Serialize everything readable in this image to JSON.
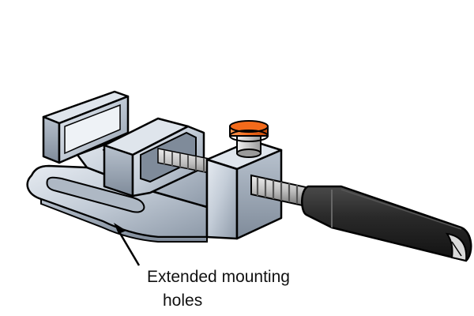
{
  "labels": {
    "line1": "Extended mounting",
    "line2": "holes"
  },
  "colors": {
    "metal": "#c4cdd8",
    "metal_dark": "#8e9aa9",
    "handle": "#2a2a2a",
    "knob": "#f26a1b",
    "outline": "#000000"
  },
  "icons": [
    "drill-press-vise-illustration",
    "callout-arrow"
  ]
}
